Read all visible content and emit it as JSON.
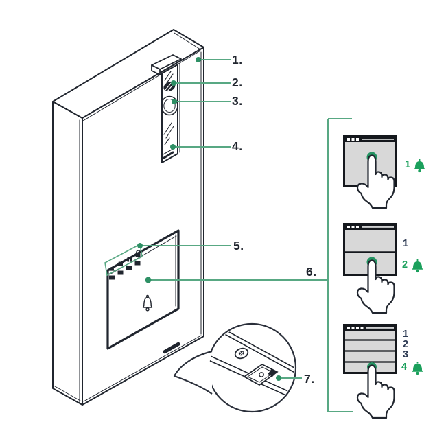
{
  "diagram": {
    "subject": "video door entry outdoor panel - numbered parts diagram with call button variants",
    "colors": {
      "accent_green_line": "#58A883",
      "accent_green_dot": "#2E9065",
      "active_green": "#1BA05C",
      "inactive_number_navy": "#2D3A53",
      "line_ink": "#20252E",
      "panel_gray": "#D8D8D8"
    },
    "callouts": [
      {
        "label": "1."
      },
      {
        "label": "2."
      },
      {
        "label": "3."
      },
      {
        "label": "4."
      },
      {
        "label": "5."
      },
      {
        "label": "6."
      },
      {
        "label": "7."
      }
    ],
    "panels": [
      {
        "name": "1-button call panel",
        "rows": [
          {
            "label": "1",
            "active": true,
            "bell": true
          }
        ]
      },
      {
        "name": "2-button call panel",
        "rows": [
          {
            "label": "1",
            "active": false,
            "bell": false
          },
          {
            "label": "2",
            "active": true,
            "bell": true
          }
        ]
      },
      {
        "name": "4-button call panel",
        "rows": [
          {
            "label": "1",
            "active": false,
            "bell": false
          },
          {
            "label": "2",
            "active": false,
            "bell": false
          },
          {
            "label": "3",
            "active": false,
            "bell": false
          },
          {
            "label": "4",
            "active": true,
            "bell": true
          }
        ]
      }
    ],
    "icons": [
      "bell-icon",
      "camera-lens-icon",
      "speaker-grille-icon",
      "screw-icon",
      "label-holder-icon",
      "pointing-hand-icon",
      "doorbell-button-icon",
      "panel-status-icons"
    ]
  }
}
